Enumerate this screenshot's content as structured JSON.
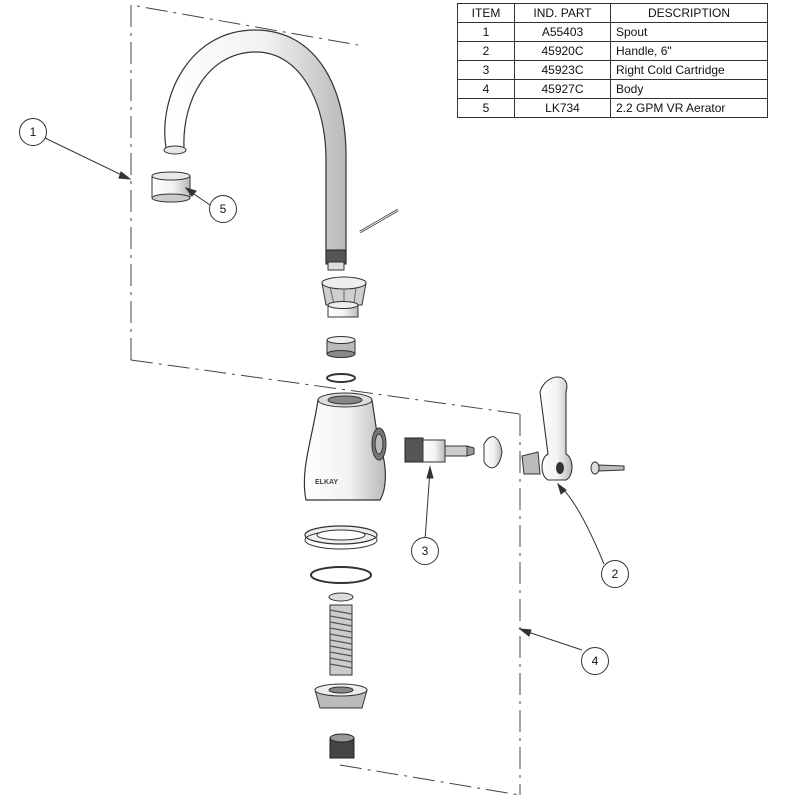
{
  "table": {
    "headers": [
      "ITEM",
      "IND. PART",
      "DESCRIPTION"
    ],
    "rows": [
      {
        "item": "1",
        "part": "A55403",
        "description": "Spout"
      },
      {
        "item": "2",
        "part": "45920C",
        "description": "Handle, 6\""
      },
      {
        "item": "3",
        "part": "45923C",
        "description": "Right Cold Cartridge"
      },
      {
        "item": "4",
        "part": "45927C",
        "description": "Body"
      },
      {
        "item": "5",
        "part": "LK734",
        "description": "2.2 GPM VR Aerator"
      }
    ]
  },
  "callouts": [
    "1",
    "2",
    "3",
    "4",
    "5"
  ],
  "brand_mark": "ELKAY"
}
